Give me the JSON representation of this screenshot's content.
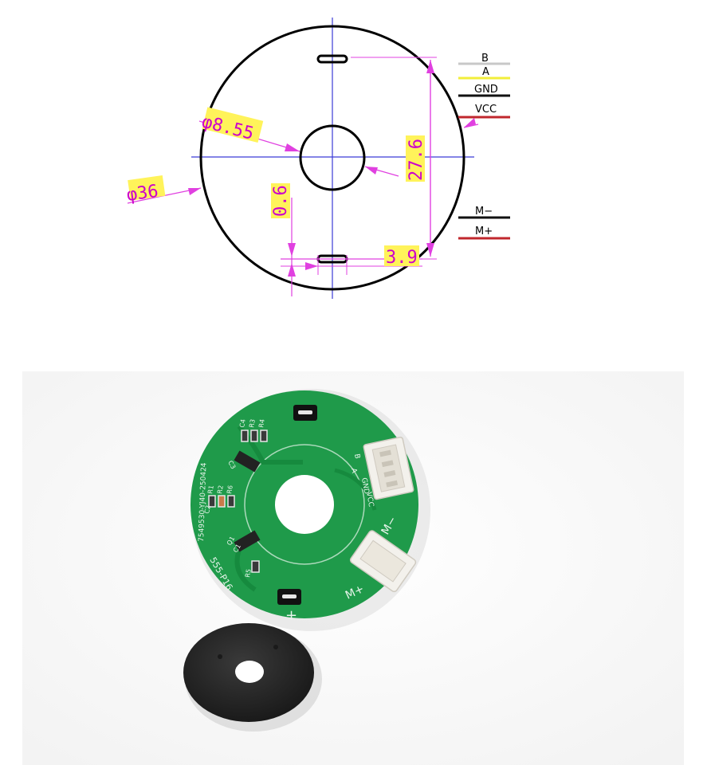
{
  "drawing": {
    "dimensions": {
      "outer_diameter": "φ36",
      "inner_diameter": "φ8.55",
      "hole_spacing": "27.6",
      "offset": "0.6",
      "slot_length": "3.9"
    },
    "wires": [
      {
        "label": "B",
        "color": "#c8c8c8"
      },
      {
        "label": "A",
        "color": "#f2ee3a"
      },
      {
        "label": "GND",
        "color": "#111111"
      },
      {
        "label": "VCC",
        "color": "#c0272d"
      },
      {
        "label": "M−",
        "color": "#111111"
      },
      {
        "label": "M+",
        "color": "#c0272d"
      }
    ],
    "colors": {
      "outline": "#000000",
      "centerline": "#3b3bd6",
      "dimension": "#e040e0",
      "highlight": "#fff35a"
    }
  },
  "photo": {
    "board_text": {
      "part_number": "7549530-YJ40-250424",
      "model": "555-P16",
      "plus": "+",
      "m_plus": "M+",
      "m_minus": "M−",
      "b": "B",
      "a": "A",
      "gnd": "GND",
      "vcc": "VCC",
      "c1": "C1",
      "c2": "C2",
      "c3": "C3",
      "c4": "C4",
      "r1": "R1",
      "r2": "R2",
      "r3": "R3",
      "r4": "R4",
      "r5": "R5",
      "r6": "R6",
      "q1": "Q1"
    },
    "colors": {
      "pcb": "#1f9a4a",
      "pcb_dark": "#168a3e",
      "connector": "#f3f1ec",
      "magnet": "#2a2a2a"
    }
  }
}
